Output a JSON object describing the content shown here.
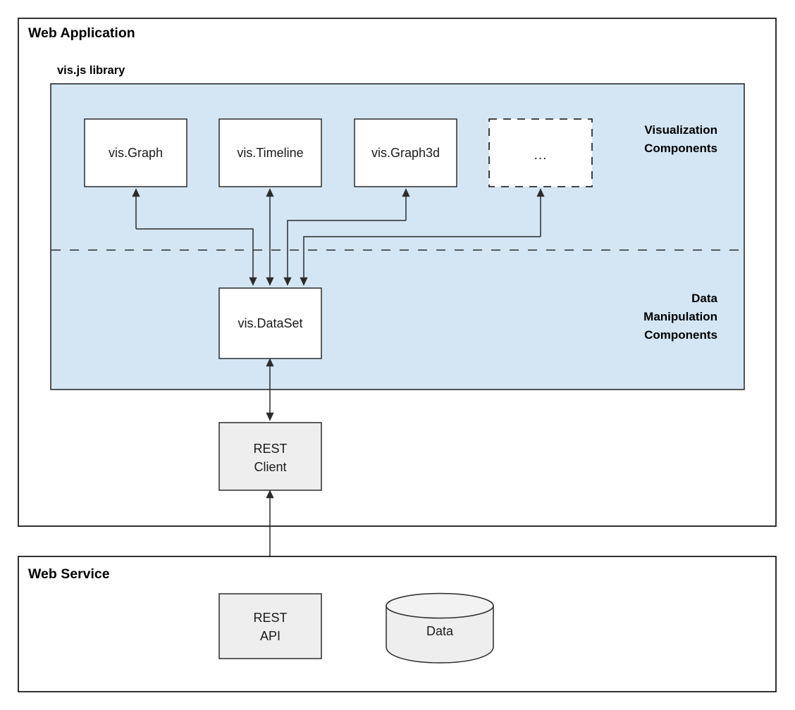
{
  "diagram": {
    "title_web_application": "Web Application",
    "title_web_service": "Web Service",
    "section_visjs": "vis.js library",
    "zone_visualization_line1": "Visualization",
    "zone_visualization_line2": "Components",
    "zone_data_line1": "Data",
    "zone_data_line2": "Manipulation",
    "zone_data_line3": "Components",
    "nodes": {
      "vis_graph": "vis.Graph",
      "vis_timeline": "vis.Timeline",
      "vis_graph3d": "vis.Graph3d",
      "more_components": "...",
      "vis_dataset": "vis.DataSet",
      "rest_client_line1": "REST",
      "rest_client_line2": "Client",
      "rest_api_line1": "REST",
      "rest_api_line2": "API",
      "data_store": "Data"
    },
    "colors": {
      "library_panel": "#d4e6f4",
      "node_fill": "#ffffff",
      "gray_node_fill": "#eeeeee",
      "stroke": "#2b2b2b",
      "frame_stroke": "#000000"
    }
  }
}
